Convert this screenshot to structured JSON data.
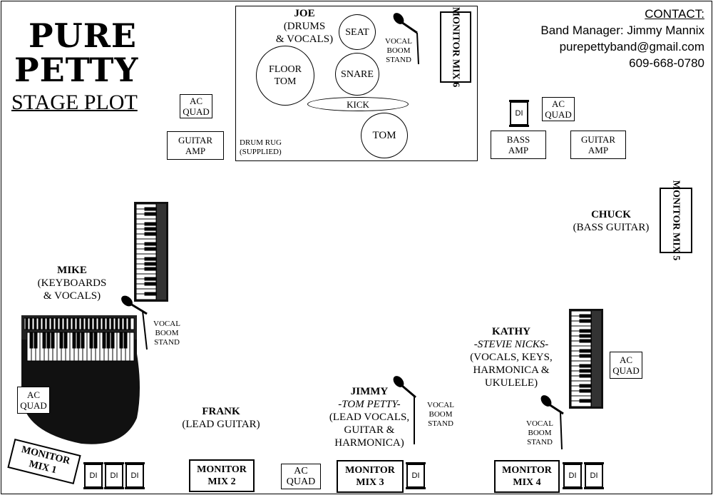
{
  "header": {
    "band_line1": "PURE",
    "band_line2": "PETTY",
    "subtitle": "STAGE PLOT"
  },
  "contact": {
    "heading": "CONTACT:",
    "manager": "Band Manager: Jimmy Mannix",
    "email": "purepettyband@gmail.com",
    "phone": "609-668-0780"
  },
  "drum_area": {
    "player": "JOE",
    "role_line1": "(DRUMS",
    "role_line2": "& VOCALS)",
    "seat": "SEAT",
    "floor_tom_line1": "FLOOR",
    "floor_tom_line2": "TOM",
    "snare": "SNARE",
    "kick": "KICK",
    "tom": "TOM",
    "rug_line1": "DRUM RUG",
    "rug_line2": "(SUPPLIED)",
    "vocal_boom": [
      "VOCAL",
      "BOOM",
      "STAND"
    ]
  },
  "monitors": {
    "mix1": [
      "MONITOR",
      "MIX 1"
    ],
    "mix2": [
      "MONITOR",
      "MIX 2"
    ],
    "mix3": [
      "MONITOR",
      "MIX 3"
    ],
    "mix4": [
      "MONITOR",
      "MIX 4"
    ],
    "mix5": "MONITOR MIX 5",
    "mix6": "MONITOR MIX 6"
  },
  "amps": {
    "guitar_left": [
      "GUITAR",
      "AMP"
    ],
    "bass": [
      "BASS",
      "AMP"
    ],
    "guitar_right": [
      "GUITAR",
      "AMP"
    ]
  },
  "ac_quad": [
    "AC",
    "QUAD"
  ],
  "di_label": "DI",
  "vocal_boom_stand": [
    "VOCAL",
    "BOOM",
    "STAND"
  ],
  "musicians": {
    "mike": {
      "name": "MIKE",
      "role_line1": "(KEYBOARDS",
      "role_line2": "& VOCALS)"
    },
    "chuck": {
      "name": "CHUCK",
      "role_line1": "(BASS GUITAR)"
    },
    "frank": {
      "name": "FRANK",
      "role_line1": "(LEAD GUITAR)"
    },
    "jimmy": {
      "name": "JIMMY",
      "alias": "-TOM PETTY-",
      "role_line1": "(LEAD VOCALS,",
      "role_line2": "GUITAR &",
      "role_line3": "HARMONICA)"
    },
    "kathy": {
      "name": "KATHY",
      "alias": "-STEVIE NICKS-",
      "role_line1": "(VOCALS, KEYS,",
      "role_line2": "HARMONICA &",
      "role_line3": "UKULELE)"
    }
  },
  "icons": [
    "microphone-icon",
    "keyboard-icon",
    "grand-piano-icon",
    "di-box-icon"
  ]
}
